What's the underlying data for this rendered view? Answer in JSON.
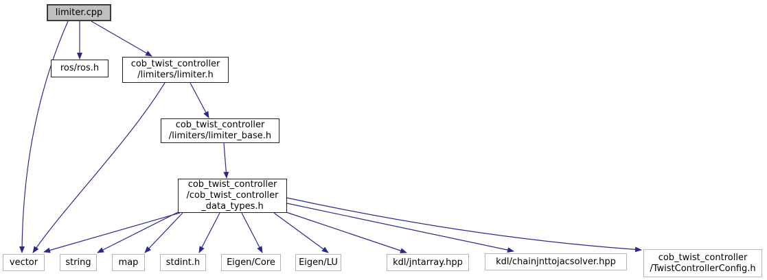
{
  "diagram": {
    "type": "include-dependency-graph",
    "edge_color": "#28288f",
    "root_fill": "#bfbfbf",
    "documented_border": "#1f1f1f",
    "external_border": "#b6b6b6",
    "nodes": {
      "limiter_cpp": {
        "label": "limiter.cpp"
      },
      "ros": {
        "label": "ros/ros.h"
      },
      "limiter_h": {
        "label": "cob_twist_controller\n/limiters/limiter.h"
      },
      "limiter_base_h": {
        "label": "cob_twist_controller\n/limiters/limiter_base.h"
      },
      "data_types_h": {
        "label": "cob_twist_controller\n/cob_twist_controller\n_data_types.h"
      },
      "vector": {
        "label": "vector"
      },
      "string": {
        "label": "string"
      },
      "map": {
        "label": "map"
      },
      "stdint_h": {
        "label": "stdint.h"
      },
      "eigen_core": {
        "label": "Eigen/Core"
      },
      "eigen_lu": {
        "label": "Eigen/LU"
      },
      "kdl_jntarray": {
        "label": "kdl/jntarray.hpp"
      },
      "kdl_chainjnttojacsolver": {
        "label": "kdl/chainjnttojacsolver.hpp"
      },
      "twist_controller_config": {
        "label": "cob_twist_controller\n/TwistControllerConfig.h"
      }
    },
    "edges": [
      {
        "from": "limiter.cpp",
        "to": "ros/ros.h"
      },
      {
        "from": "limiter.cpp",
        "to": "cob_twist_controller/limiters/limiter.h"
      },
      {
        "from": "limiter.cpp",
        "to": "vector"
      },
      {
        "from": "cob_twist_controller/limiters/limiter.h",
        "to": "vector"
      },
      {
        "from": "cob_twist_controller/limiters/limiter.h",
        "to": "cob_twist_controller/limiters/limiter_base.h"
      },
      {
        "from": "cob_twist_controller/limiters/limiter_base.h",
        "to": "cob_twist_controller/cob_twist_controller_data_types.h"
      },
      {
        "from": "cob_twist_controller/cob_twist_controller_data_types.h",
        "to": "vector"
      },
      {
        "from": "cob_twist_controller/cob_twist_controller_data_types.h",
        "to": "string"
      },
      {
        "from": "cob_twist_controller/cob_twist_controller_data_types.h",
        "to": "map"
      },
      {
        "from": "cob_twist_controller/cob_twist_controller_data_types.h",
        "to": "stdint.h"
      },
      {
        "from": "cob_twist_controller/cob_twist_controller_data_types.h",
        "to": "Eigen/Core"
      },
      {
        "from": "cob_twist_controller/cob_twist_controller_data_types.h",
        "to": "Eigen/LU"
      },
      {
        "from": "cob_twist_controller/cob_twist_controller_data_types.h",
        "to": "kdl/jntarray.hpp"
      },
      {
        "from": "cob_twist_controller/cob_twist_controller_data_types.h",
        "to": "kdl/chainjnttojacsolver.hpp"
      },
      {
        "from": "cob_twist_controller/cob_twist_controller_data_types.h",
        "to": "cob_twist_controller/TwistControllerConfig.h"
      }
    ]
  }
}
